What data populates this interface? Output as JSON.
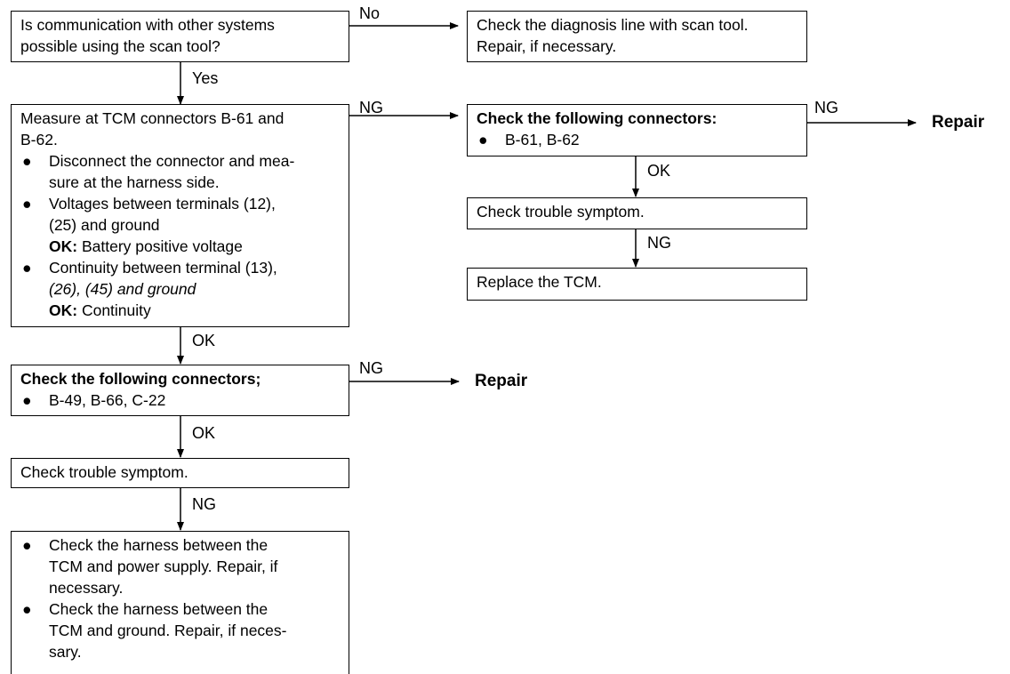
{
  "start": {
    "lines": [
      "Is communication with other systems",
      "possible using the scan tool?"
    ]
  },
  "diag_line": {
    "lines": [
      "Check the diagnosis line with scan tool.",
      "Repair, if necessary."
    ]
  },
  "measure": {
    "intro": [
      "Measure at TCM connectors B-61 and",
      "B-62."
    ],
    "bullet1": [
      "Disconnect the connector and mea-",
      "sure at the harness side."
    ],
    "bullet2": [
      "Voltages between terminals (12),",
      "(25) and ground"
    ],
    "bullet2_ok_label": "OK:",
    "bullet2_ok_text": "Battery positive voltage",
    "bullet3": [
      "Continuity between terminal (13),",
      "(26), (45) and ground"
    ],
    "bullet3_ok_label": "OK:",
    "bullet3_ok_text": "Continuity"
  },
  "connectors_a": {
    "title": "Check the following connectors:",
    "item": "B-61, B-62"
  },
  "symptom_right": {
    "text": "Check trouble symptom."
  },
  "replace_tcm": {
    "text": "Replace the TCM."
  },
  "connectors_b": {
    "title": "Check the following connectors;",
    "item": "B-49, B-66, C-22"
  },
  "symptom_left": {
    "text": "Check trouble symptom."
  },
  "harness": {
    "bullet1": [
      "Check the harness between the",
      "TCM and power supply. Repair, if",
      "necessary."
    ],
    "bullet2": [
      "Check the harness between the",
      "TCM and ground. Repair, if neces-",
      "sary."
    ]
  },
  "bullet_glyph": "●",
  "labels": {
    "no": "No",
    "yes": "Yes",
    "ng_measure": "NG",
    "ng_connectors_a": "NG",
    "ok_connectors_a": "OK",
    "ng_symptom_right": "NG",
    "ok_measure": "OK",
    "ng_connectors_b": "NG",
    "ok_connectors_b": "OK",
    "ng_symptom_left": "NG"
  },
  "repair_a": "Repair",
  "repair_b": "Repair"
}
